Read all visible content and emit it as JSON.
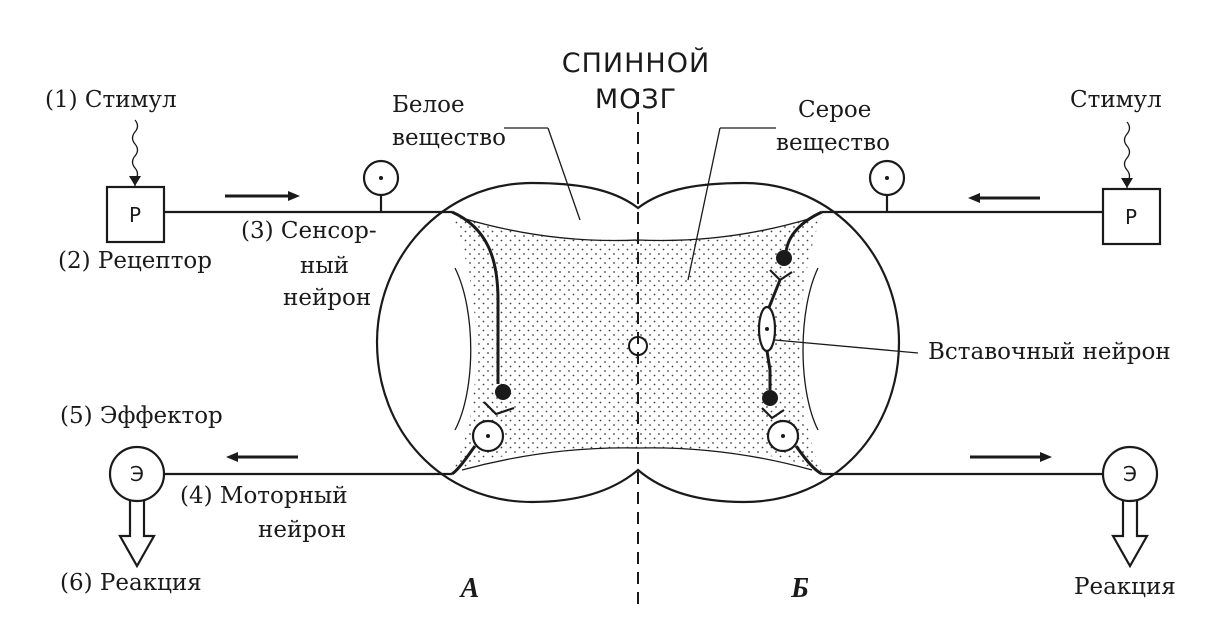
{
  "title": {
    "line1": "СПИННОЙ",
    "line2": "МОЗГ"
  },
  "left": {
    "stimulus": "(1) Стимул",
    "receptor_letter": "Р",
    "receptor": "(2) Рецептор",
    "sensory_neuron": {
      "line1": "(3) Сенсор-",
      "line2": "ный",
      "line3": "нейрон"
    },
    "effector": "(5)  Эффектор",
    "effector_letter": "Э",
    "motor_neuron": {
      "line1": "(4) Моторный",
      "line2": "нейрон"
    },
    "reaction": "(6) Реакция",
    "side_label": "А"
  },
  "right": {
    "stimulus": "Стимул",
    "receptor_letter": "Р",
    "effector_letter": "Э",
    "reaction": "Реакция",
    "side_label": "Б"
  },
  "white_matter": {
    "line1": "Белое",
    "line2": "вещество"
  },
  "gray_matter": {
    "line1": "Серое",
    "line2": "вещество"
  },
  "interneuron": "Вставочный  нейрон"
}
